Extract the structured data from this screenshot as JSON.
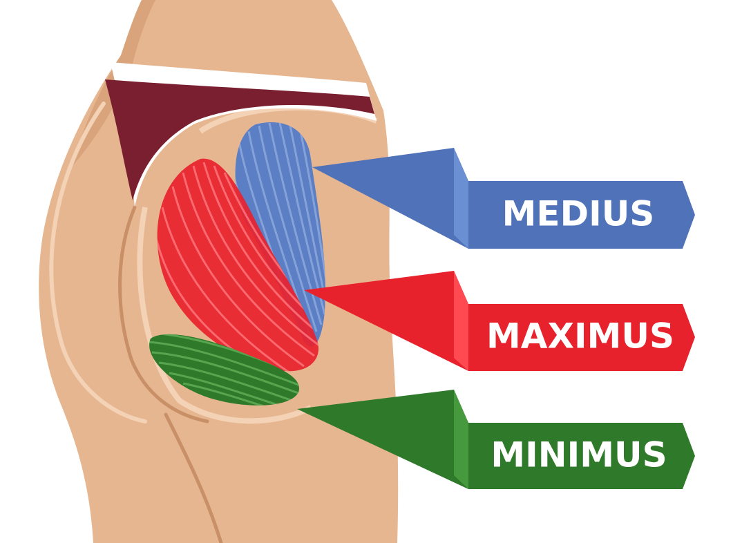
{
  "labels": {
    "medius": "MEDIUS",
    "maximus": "MAXIMUS",
    "minimus": "MINIMUS"
  },
  "colors": {
    "medius": "#4f72b8",
    "maximus": "#e8222c",
    "minimus": "#2f7a2a",
    "skin": "#e6b690",
    "skin_shadow": "#d9a47c",
    "underwear": "#7a1f30"
  }
}
